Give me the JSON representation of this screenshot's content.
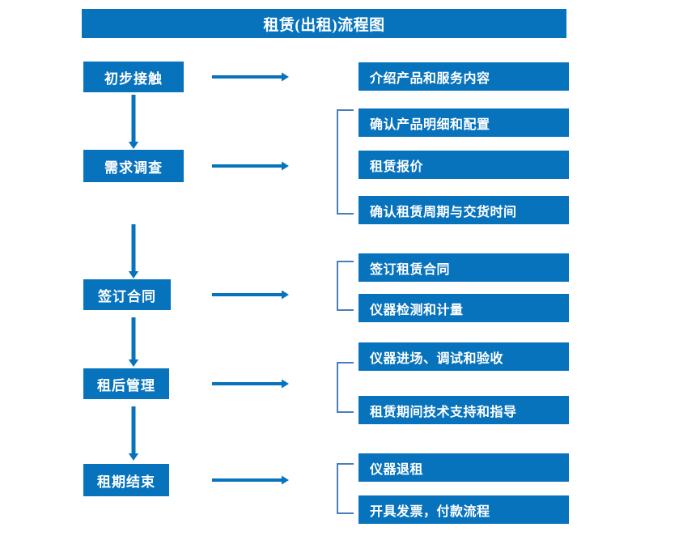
{
  "title": {
    "text": "租赁(出租)流程图"
  },
  "colors": {
    "box_fill": "#0873bd",
    "box_text": "#ffffff",
    "arrow": "#0873bd",
    "bracket": "#4a7ebb",
    "background": "#ffffff"
  },
  "stages": [
    {
      "label": "初步接触",
      "details": [
        "介绍产品和服务内容"
      ],
      "has_bracket": false
    },
    {
      "label": "需求调查",
      "details": [
        "确认产品明细和配置",
        "租赁报价",
        "确认租赁周期与交货时间"
      ],
      "has_bracket": true
    },
    {
      "label": "签订合同",
      "details": [
        "签订租赁合同",
        "仪器检测和计量"
      ],
      "has_bracket": true
    },
    {
      "label": "租后管理",
      "details": [
        "仪器进场、调试和验收",
        "租赁期间技术支持和指导"
      ],
      "has_bracket": true
    },
    {
      "label": "租期结束",
      "details": [
        "仪器退租",
        "开具发票，付款流程"
      ],
      "has_bracket": true
    }
  ]
}
